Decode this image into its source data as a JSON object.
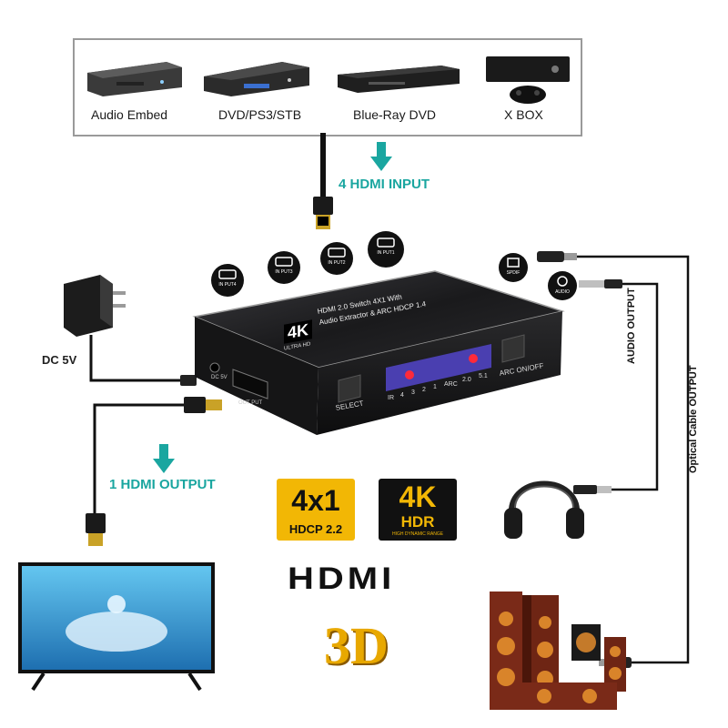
{
  "sources": {
    "items": [
      {
        "label": "Audio Embed"
      },
      {
        "label": "DVD/PS3/STB"
      },
      {
        "label": "Blue-Ray DVD"
      },
      {
        "label": "X BOX"
      }
    ]
  },
  "labels": {
    "hdmi_input": "4 HDMI INPUT",
    "hdmi_output": "1 HDMI OUTPUT",
    "dc": "DC 5V",
    "audio_output": "AUDIO OUTPUT",
    "optical_output": "Optical Cable OUTPUT"
  },
  "device": {
    "top_text_line1": "HDMI 2.0 Switch 4X1 With",
    "top_text_line2": "Audio Extractor & ARC HDCP 1.4",
    "logo_4k": "4K",
    "logo_sub": "ULTRA HD",
    "select_label": "SELECT",
    "arc_button_label": "ARC ON/OFF",
    "indicators": [
      "IR",
      "4",
      "3",
      "2",
      "1",
      "ARC",
      "2.0",
      "5.1"
    ],
    "dc_port_label": "DC 5V",
    "output_port_label": "OUT PUT"
  },
  "callouts": {
    "input4": "IN PUT4",
    "input3": "IN PUT3",
    "input2": "IN PUT2",
    "input1": "IN PUT1",
    "spdif": "SPDIF",
    "audio": "AUDIO"
  },
  "badges": {
    "b4x1_main": "4x1",
    "b4x1_sub": "HDCP 2.2",
    "b4k_main": "4K",
    "b4k_sub": "HDR",
    "b4k_tiny": "HIGH DYNAMIC RANGE",
    "hdmi_logo": "HDMI",
    "threed": "3D"
  },
  "colors": {
    "teal": "#1aa6a0",
    "gold": "#f2b705",
    "device_body": "#1b1b1d",
    "led_red": "#ff2a3a",
    "indicator_panel": "#4a3fb0"
  }
}
